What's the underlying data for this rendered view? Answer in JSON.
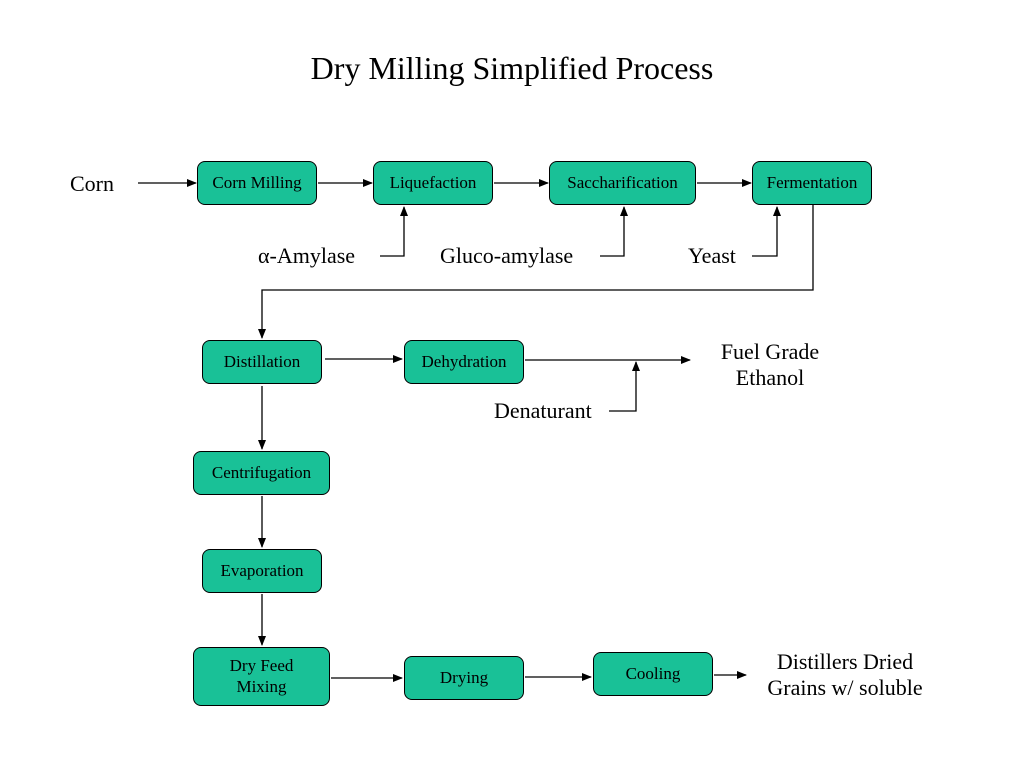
{
  "title": "Dry Milling Simplified Process",
  "nodes": {
    "corn_milling": "Corn Milling",
    "liquefaction": "Liquefaction",
    "saccharification": "Saccharification",
    "fermentation": "Fermentation",
    "distillation": "Distillation",
    "dehydration": "Dehydration",
    "centrifugation": "Centrifugation",
    "evaporation": "Evaporation",
    "dry_feed_mixing_line1": "Dry Feed",
    "dry_feed_mixing_line2": "Mixing",
    "drying": "Drying",
    "cooling": "Cooling"
  },
  "inputs": {
    "corn": "Corn",
    "alpha_amylase": "α-Amylase",
    "gluco_amylase": "Gluco-amylase",
    "yeast": "Yeast",
    "denaturant": "Denaturant"
  },
  "outputs": {
    "fuel_grade_ethanol_line1": "Fuel Grade",
    "fuel_grade_ethanol_line2": "Ethanol",
    "ddgs_line1": "Distillers Dried",
    "ddgs_line2": "Grains w/ soluble"
  },
  "colors": {
    "node_fill": "#19c197",
    "line": "#000000"
  }
}
